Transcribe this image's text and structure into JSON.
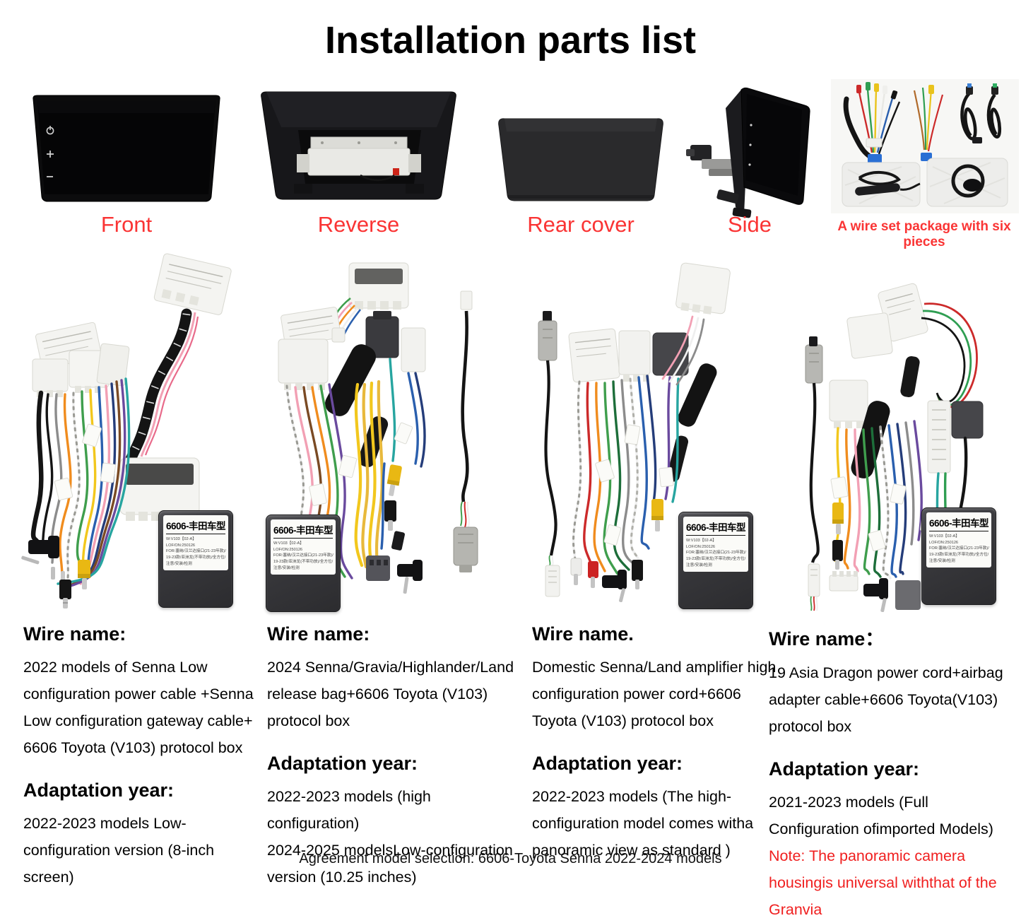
{
  "page": {
    "title": "Installation parts list",
    "footer": "Agreement model selection: 6606-Toyota Senna 2022-2024 models"
  },
  "colors": {
    "label_red": "#fa3434",
    "note_red": "#f01f1f",
    "text_black": "#000000",
    "background": "#ffffff"
  },
  "products": [
    {
      "label": "Front"
    },
    {
      "label": "Reverse"
    },
    {
      "label": "Rear cover"
    },
    {
      "label": "Side"
    },
    {
      "label": "A wire set package with six pieces"
    }
  ],
  "protocol_box": {
    "title": "6606-丰田车型",
    "lines": [
      "W:V103【02-A】",
      "LOF/ON:250126",
      "FOR:塞纳/汉兰达接口(21-23年款)/",
      "19-23款/亚洲龙(不带功放)/全方位/",
      "注意/安装/检测"
    ]
  },
  "columns": [
    {
      "wire_heading": "Wire name:",
      "wire_name": "2022 models of Senna Low configuration power cable +Senna Low configuration gateway cable+ 6606 Toyota (V103) protocol box",
      "adapt_heading": "Adaptation year:",
      "adapt_lines": [
        "2022-2023 models Low-configuration version (8-inch screen)"
      ]
    },
    {
      "wire_heading": "Wire name:",
      "wire_name": "2024 Senna/Gravia/Highlander/Land release bag+6606 Toyota (V103) protocol box",
      "adapt_heading": "Adaptation year:",
      "adapt_lines": [
        "2022-2023 models (high configuration)",
        "2024-2025 modelsLow-configuration version (10.25 inches)"
      ]
    },
    {
      "wire_heading": "Wire name.",
      "wire_name": "Domestic Senna/Land amplifier high configuration power cord+6606 Toyota (V103) protocol box",
      "adapt_heading": "Adaptation year:",
      "adapt_lines": [
        "2022-2023 models (The high-configuration model comes witha panoramic view as standard )"
      ]
    },
    {
      "wire_heading": "Wire name：",
      "wire_name": "19 Asia Dragon power cord+airbag adapter cable+6606 Toyota(V103) protocol box",
      "adapt_heading": "Adaptation year:",
      "adapt_lines": [
        "2021-2023 models (Full Configuration ofimported Models)"
      ],
      "note": "Note: The panoramic camera housingis universal withthat of the Granvia"
    }
  ]
}
